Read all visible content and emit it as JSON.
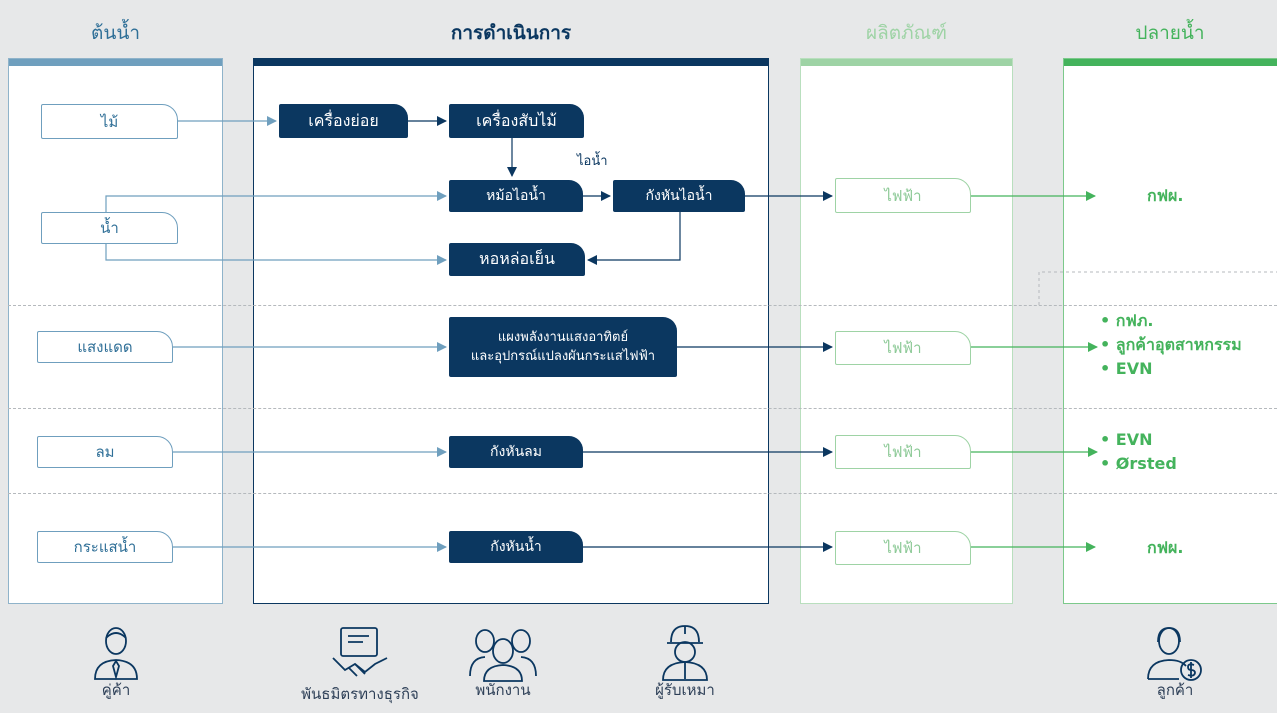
{
  "columns": {
    "upstream": "ต้นน้ำ",
    "operations": "การดำเนินการ",
    "products": "ผลิตภัณฑ์",
    "downstream": "ปลายน้ำ"
  },
  "colors": {
    "upstream": "#6f9fbe",
    "operations": "#0b3760",
    "products": "#9ed3a5",
    "downstream": "#44b35c"
  },
  "sources": {
    "wood": "ไม้",
    "water": "น้ำ",
    "sunlight": "แสงแดด",
    "wind": "ลม",
    "water_current": "กระแสน้ำ"
  },
  "processes": {
    "shredder": "เครื่องย่อย",
    "chipper": "เครื่องสับไม้",
    "steam_label": "ไอน้ำ",
    "boiler": "หม้อไอน้ำ",
    "steam_turbine": "กังหันไอน้ำ",
    "cooling_tower": "หอหล่อเย็น",
    "solar_line1": "แผงพลังงานแสงอาทิตย์",
    "solar_line2": "และอุปกรณ์แปลงผันกระแสไฟฟ้า",
    "wind_turbine": "กังหันลม",
    "hydro_turbine": "กังหันน้ำ"
  },
  "products": {
    "biomass": "ไฟฟ้า",
    "solar": "ไฟฟ้า",
    "wind": "ไฟฟ้า",
    "hydro": "ไฟฟ้า"
  },
  "customers": {
    "biomass": "กฟผ.",
    "solar": [
      "• กฟภ.",
      "• ลูกค้าอุตสาหกรรม",
      "• EVN"
    ],
    "wind": [
      "• EVN",
      "• Ørsted"
    ],
    "hydro": "กฟผ."
  },
  "stakeholders": {
    "suppliers": "คู่ค้า",
    "partners": "พันธมิตรทางธุรกิจ",
    "employees": "พนักงาน",
    "contractors": "ผู้รับเหมา",
    "customers": "ลูกค้า"
  }
}
